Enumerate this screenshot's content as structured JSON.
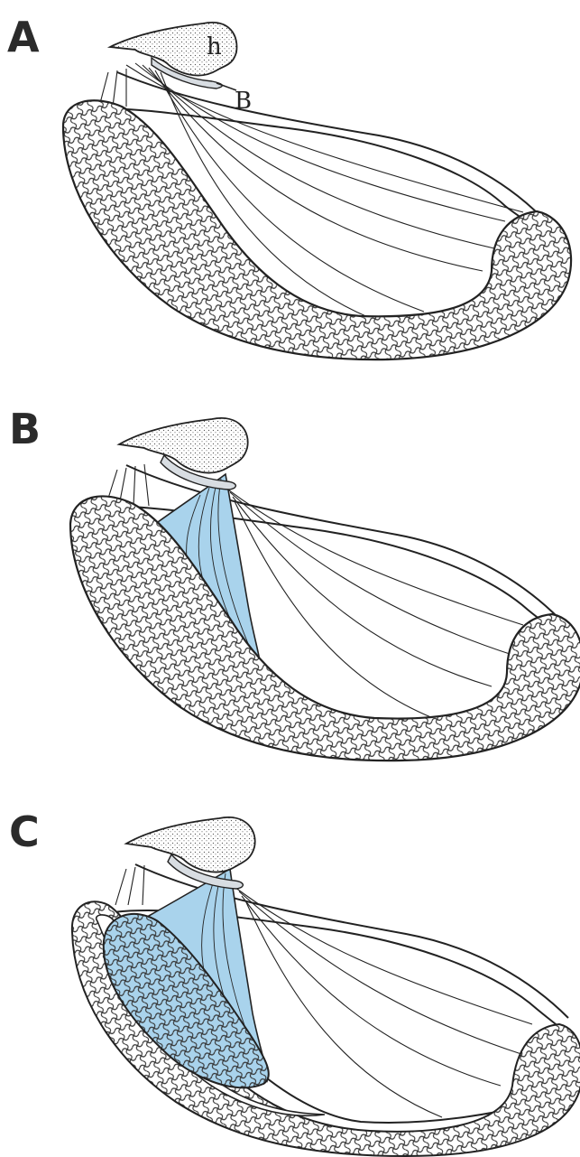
{
  "panels": [
    {
      "letter": "A",
      "labels": {
        "h": "h",
        "b": "B"
      }
    },
    {
      "letter": "B",
      "labels": {}
    },
    {
      "letter": "C",
      "labels": {}
    }
  ],
  "colors": {
    "ink": "#222222",
    "highlight": "#a9d3ec",
    "tendon": "#d8dde2",
    "bone_stipple": "#555555",
    "weave": "#333333"
  }
}
